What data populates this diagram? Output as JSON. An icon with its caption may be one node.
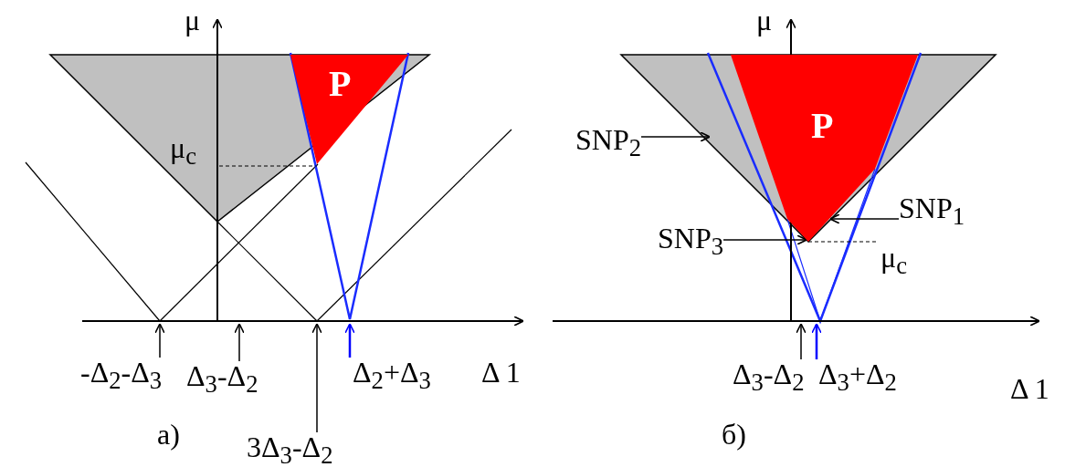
{
  "diagram": {
    "nodes": [
      {
        "text": [
          "P"
        ]
      },
      {
        "text": [
          "-Δ$_{2}$-Δ$_{3}$"
        ]
      },
      {
        "text": [
          "Δ$_{3}$-Δ$_{2}$"
        ]
      },
      {
        "text": [
          "Δ$_{2}$+Δ$_{3}$"
        ]
      },
      {
        "text": [
          "3Δ$_{3}$-Δ$_{2}$"
        ]
      },
      {
        "text": [
          "P"
        ]
      },
      {
        "text": [
          "SNP$_{2}$"
        ]
      },
      {
        "text": [
          "SNP$_{1}$"
        ]
      },
      {
        "text": [
          "SNP$_{3}$"
        ]
      },
      {
        "text": [
          "Δ$_{3}$-Δ$_{2}$"
        ]
      },
      {
        "text": [
          "Δ$_{3}$+Δ$_{2}$"
        ]
      }
    ],
    "edges": [
      {
        "from": 1,
        "to": null,
        "arrow": "to"
      },
      {
        "from": 2,
        "to": null,
        "arrow": "to"
      },
      {
        "from": 3,
        "to": null,
        "arrow": "to",
        "color": "#0000ff"
      },
      {
        "from": 4,
        "to": null,
        "arrow": "to"
      },
      {
        "from": 6,
        "to": null,
        "arrow": "to"
      },
      {
        "from": 7,
        "to": 5,
        "arrow": "to"
      },
      {
        "from": 8,
        "to": 5,
        "arrow": "to"
      },
      {
        "from": 9,
        "to": null,
        "arrow": "to"
      },
      {
        "from": 10,
        "to": null,
        "arrow": "to",
        "color": "#0000ff"
      }
    ],
    "labels": [
      "μ",
      "μ$_{c}$",
      "Δ 1",
      "а)",
      "μ",
      "μ$_{c}$",
      "Δ 1",
      "б)"
    ]
  }
}
